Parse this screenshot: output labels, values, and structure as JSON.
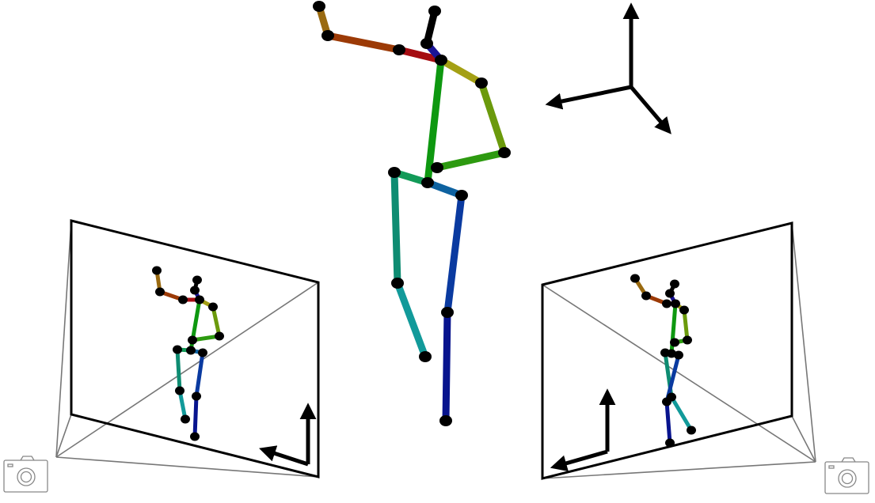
{
  "colors": {
    "joint": "#000000",
    "frame_line": "#000000",
    "ray_line": "#777777",
    "camera_icon": "#888888"
  },
  "bones": [
    {
      "id": "l-hand",
      "from": "l_hand",
      "to": "l_wrist",
      "color": "#9a6a10"
    },
    {
      "id": "l-forearm",
      "from": "l_wrist",
      "to": "l_elbow",
      "color": "#9c3a06"
    },
    {
      "id": "l-upperarm",
      "from": "l_elbow",
      "to": "neck",
      "color": "#a50d12"
    },
    {
      "id": "head",
      "from": "head_top",
      "to": "nose",
      "color": "#000000"
    },
    {
      "id": "head-neck",
      "from": "nose",
      "to": "neck",
      "color": "#1a1496"
    },
    {
      "id": "r-upperarm",
      "from": "neck",
      "to": "r_elbow",
      "color": "#a4a014"
    },
    {
      "id": "r-forearm",
      "from": "r_elbow",
      "to": "r_wrist",
      "color": "#6b9a0c"
    },
    {
      "id": "r-hand",
      "from": "r_wrist",
      "to": "r_hand",
      "color": "#2d9a10"
    },
    {
      "id": "spine",
      "from": "neck",
      "to": "pelvis",
      "color": "#0e9810"
    },
    {
      "id": "l-hip",
      "from": "pelvis",
      "to": "l_hip",
      "color": "#129a58"
    },
    {
      "id": "l-thigh",
      "from": "l_hip",
      "to": "l_knee",
      "color": "#0e8c72"
    },
    {
      "id": "l-shin",
      "from": "l_knee",
      "to": "l_ankle",
      "color": "#129a9a"
    },
    {
      "id": "r-hip",
      "from": "pelvis",
      "to": "r_hip",
      "color": "#0e62a0"
    },
    {
      "id": "r-thigh",
      "from": "r_hip",
      "to": "r_knee",
      "color": "#0a3aa0"
    },
    {
      "id": "r-shin",
      "from": "r_knee",
      "to": "r_ankle",
      "color": "#08148e"
    }
  ]
}
